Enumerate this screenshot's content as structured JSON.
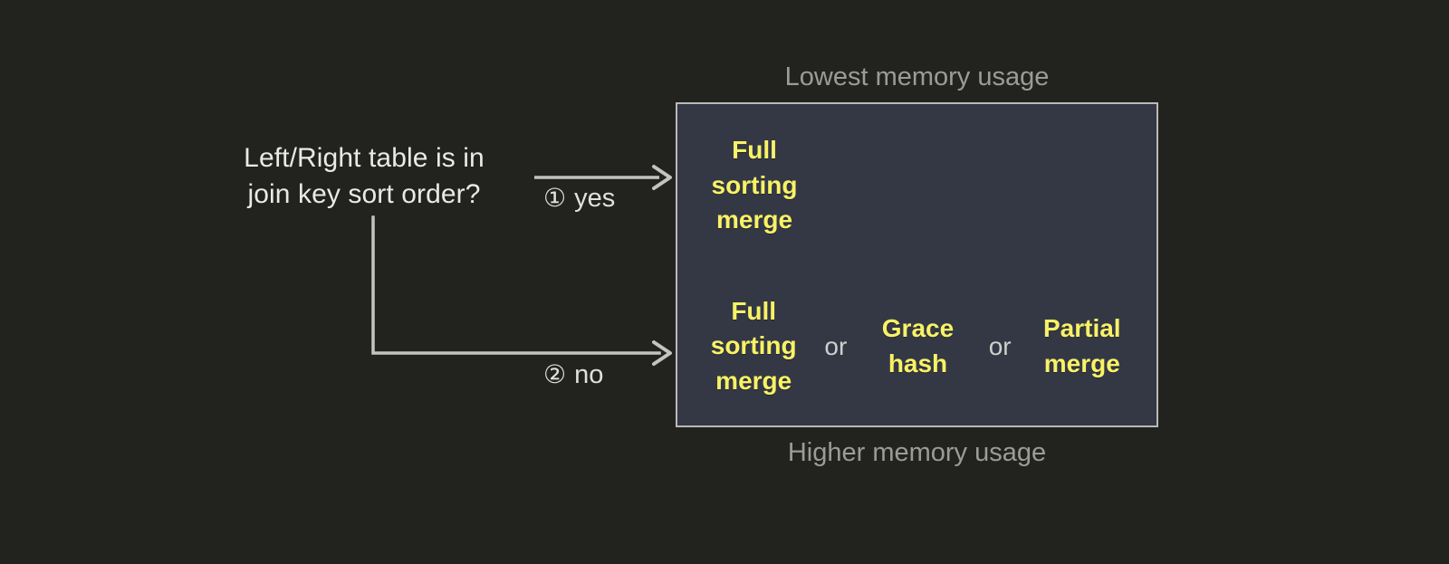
{
  "decision": {
    "question": "Left/Right table is in\njoin key sort order?"
  },
  "branches": [
    {
      "marker": "①",
      "label": "yes"
    },
    {
      "marker": "②",
      "label": "no"
    }
  ],
  "captions": {
    "top": "Lowest memory usage",
    "bottom": "Higher memory usage"
  },
  "panel": {
    "rows": [
      {
        "options": [
          "Full\nsorting\nmerge"
        ],
        "separators": []
      },
      {
        "options": [
          "Full\nsorting\nmerge",
          "Grace\nhash",
          "Partial\nmerge"
        ],
        "separators": [
          "or",
          "or"
        ]
      }
    ]
  },
  "colors": {
    "background": "#22231f",
    "panel_fill": "#343845",
    "panel_border": "#b9b9b6",
    "option_text": "#f8f266",
    "body_text": "#e9e9e7",
    "caption_text": "#9b9b98",
    "connector": "#c3c3c0"
  }
}
